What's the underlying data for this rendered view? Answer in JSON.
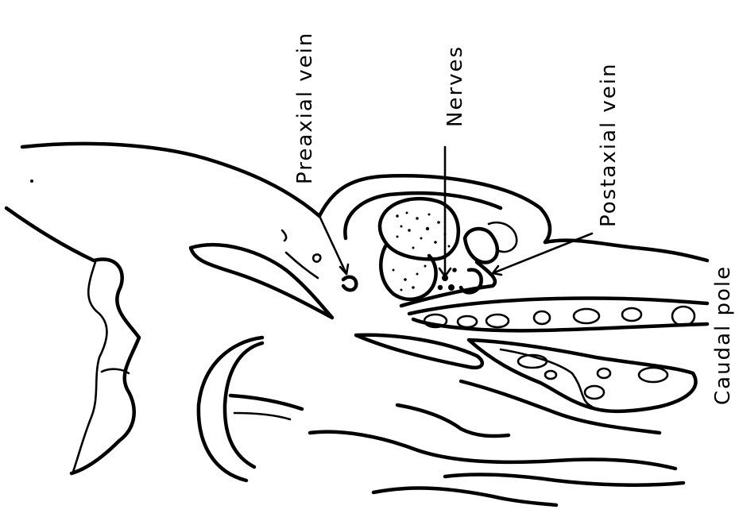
{
  "labels": {
    "preaxial_vein": "Preaxial vein",
    "nerves": "Nerves",
    "postaxial_vein": "Postaxial vein",
    "caudal_pole": "Caudal pole"
  }
}
